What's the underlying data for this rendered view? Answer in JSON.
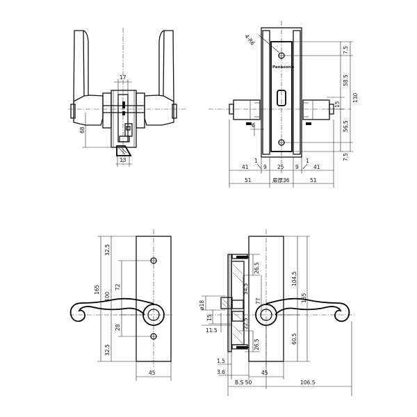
{
  "top_left_view": {
    "dims": {
      "d17": "17",
      "d68": "68",
      "d13": "13"
    }
  },
  "top_right_view": {
    "brand": "Panasonic",
    "hole_note": "4-R6",
    "dims": {
      "top_7_5": "7.5",
      "d58_5": "58.5",
      "d130": "130",
      "d15": "15",
      "d56_5": "56.5",
      "bottom_7_5": "7.5",
      "d6": "6",
      "d1_left": "1",
      "d1_right": "1",
      "d41_left": "41",
      "d9_left": "9",
      "d25": "25",
      "d9_right": "9",
      "d41_right": "41",
      "d51_left": "51",
      "door_thickness": "扉厚36",
      "d51_right": "51"
    }
  },
  "bottom_left_view": {
    "dims": {
      "d32_5_top": "32.5",
      "d165": "165",
      "d100": "100",
      "d72": "72",
      "d28": "28",
      "d32_5_bottom": "32.5",
      "d45": "45"
    }
  },
  "bottom_right_view": {
    "dims": {
      "d26_5_top": "26.5",
      "d54_5": "54.5",
      "d77": "77",
      "d104_5": "104.5",
      "d165": "165",
      "d18": "ø18",
      "d15": "15",
      "d11_5": "11.5",
      "d22_5": "22.5",
      "d60_5": "60.5",
      "d26_5_bottom": "26.5",
      "d1_5": "1.5",
      "d3_6": "3.6",
      "d45": "45",
      "backset": "B.S 50",
      "d106_5": "106.5"
    }
  }
}
